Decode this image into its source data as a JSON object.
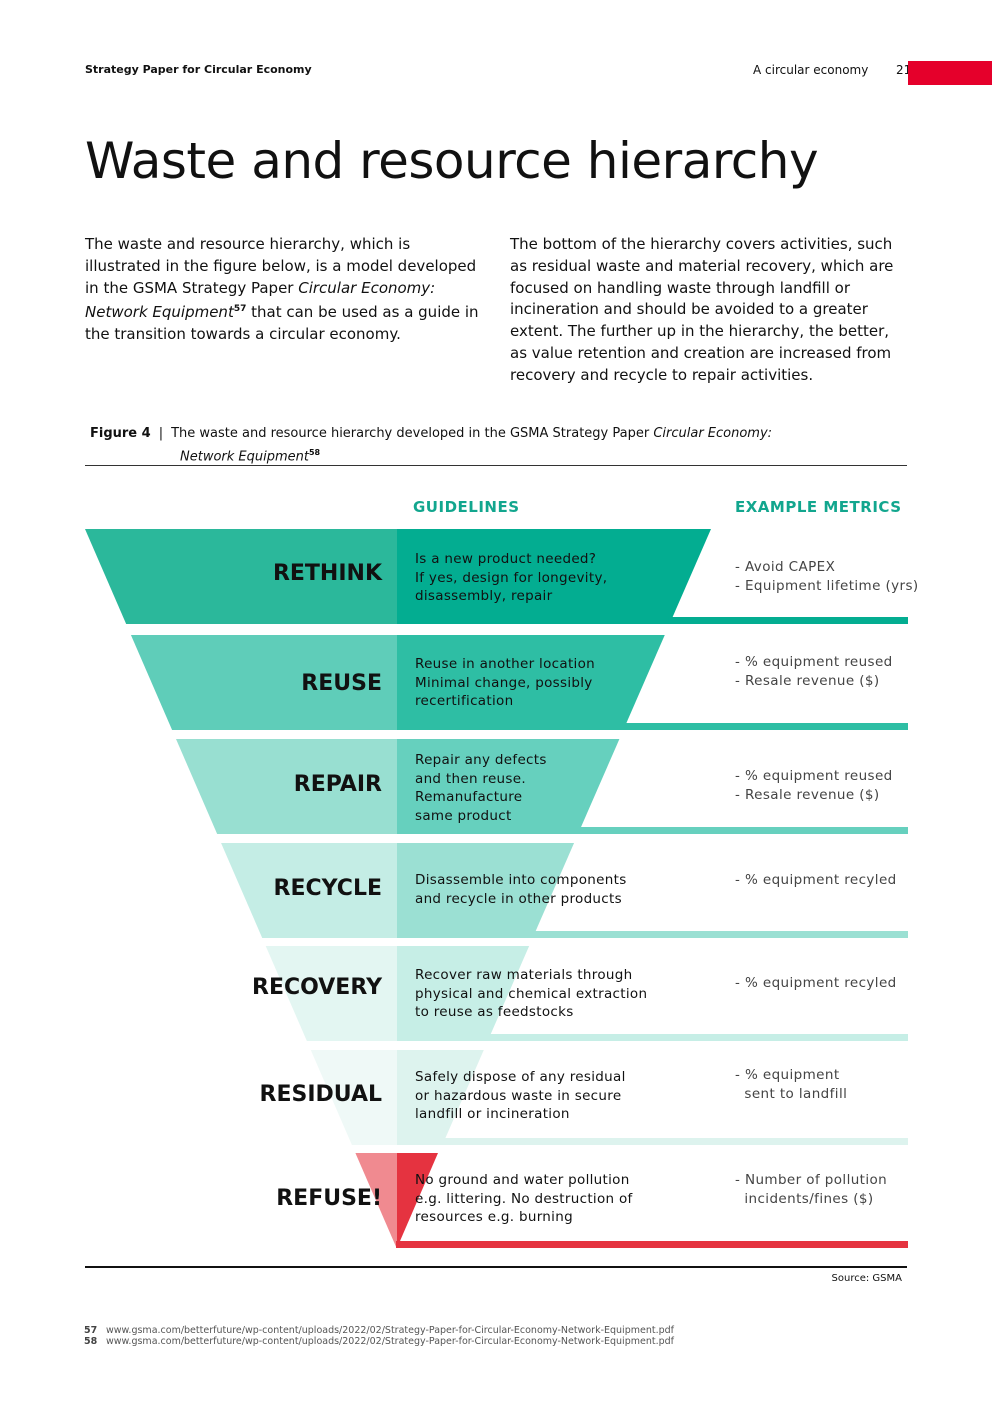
{
  "header": {
    "left": "Strategy Paper for Circular Economy",
    "section": "A circular economy",
    "page_number": "21"
  },
  "title": "Waste and resource hierarchy",
  "intro": {
    "left_pre": "The waste and resource hierarchy, which is illustrated in the figure below, is a model developed in the GSMA Strategy Paper ",
    "left_italic": "Circular Economy: Network Equipment",
    "left_sup": "57",
    "left_post": " that can be used as a guide in the transition towards a circular economy.",
    "right": "The bottom of the hierarchy covers activities, such as residual waste and material recovery, which are focused on handling waste through landfill or incineration and should be avoided to a greater extent. The further up in the hierarchy, the better, as value retention and creation are increased from recovery and recycle to repair activities."
  },
  "figure": {
    "label": "Figure 4",
    "separator": "|",
    "caption_pre": "The waste and resource hierarchy developed in the GSMA Strategy Paper ",
    "caption_italic1": "Circular Economy:",
    "caption_italic2": "Network Equipment",
    "caption_sup": "58",
    "col_guidelines": "GUIDELINES",
    "col_metrics": "EXAMPLE METRICS",
    "source": "Source: GSMA",
    "colors": {
      "teal_heading": "#12A68E",
      "refuse_dark": "#E53340",
      "refuse_light": "#F08A90"
    },
    "tiers": [
      {
        "name": "RETHINK",
        "desc": [
          "Is a new product needed?",
          "If yes, design for longevity,",
          "disassembly, repair"
        ],
        "metrics": [
          "- Avoid CAPEX",
          "- Equipment lifetime (yrs)"
        ],
        "color_left": "#2BB89B",
        "color_right": "#03AD91"
      },
      {
        "name": "REUSE",
        "desc": [
          "Reuse in another location",
          "Minimal change, possibly",
          "recertification"
        ],
        "metrics": [
          "- % equipment reused",
          "- Resale revenue ($)"
        ],
        "color_left": "#5FCDB9",
        "color_right": "#2EBEA4"
      },
      {
        "name": "REPAIR",
        "desc": [
          "Repair any defects",
          "and then reuse.",
          "Remanufacture",
          "same product"
        ],
        "metrics": [
          "- % equipment reused",
          "- Resale revenue ($)"
        ],
        "color_left": "#98DFD1",
        "color_right": "#66D0BE"
      },
      {
        "name": "RECYCLE",
        "desc": [
          "Disassemble into components",
          "and recycle in other products"
        ],
        "metrics": [
          "- % equipment recyled"
        ],
        "color_left": "#C4EDE5",
        "color_right": "#9BE0D3"
      },
      {
        "name": "RECOVERY",
        "desc": [
          "Recover raw materials through",
          "physical and chemical extraction",
          "to reuse as feedstocks"
        ],
        "metrics": [
          "- % equipment recyled"
        ],
        "color_left": "#E3F6F2",
        "color_right": "#C6EEE6"
      },
      {
        "name": "RESIDUAL",
        "desc": [
          "Safely dispose of any residual",
          "or hazardous waste in secure",
          "landfill or incineration"
        ],
        "metrics": [
          "- % equipment",
          "  sent to landfill"
        ],
        "color_left": "#EFF9F7",
        "color_right": "#DDF3EE"
      },
      {
        "name": "REFUSE!",
        "desc": [
          "No ground and water pollution",
          "e.g. littering. No destruction of",
          "resources e.g. burning"
        ],
        "metrics": [
          "- Number of pollution",
          "  incidents/fines ($)"
        ],
        "color_left": "#F08A90",
        "color_right": "#E53340"
      }
    ]
  },
  "footnotes": [
    {
      "num": "57",
      "text": "www.gsma.com/betterfuture/wp-content/uploads/2022/02/Strategy-Paper-for-Circular-Economy-Network-Equipment.pdf"
    },
    {
      "num": "58",
      "text": "www.gsma.com/betterfuture/wp-content/uploads/2022/02/Strategy-Paper-for-Circular-Economy-Network-Equipment.pdf"
    }
  ]
}
